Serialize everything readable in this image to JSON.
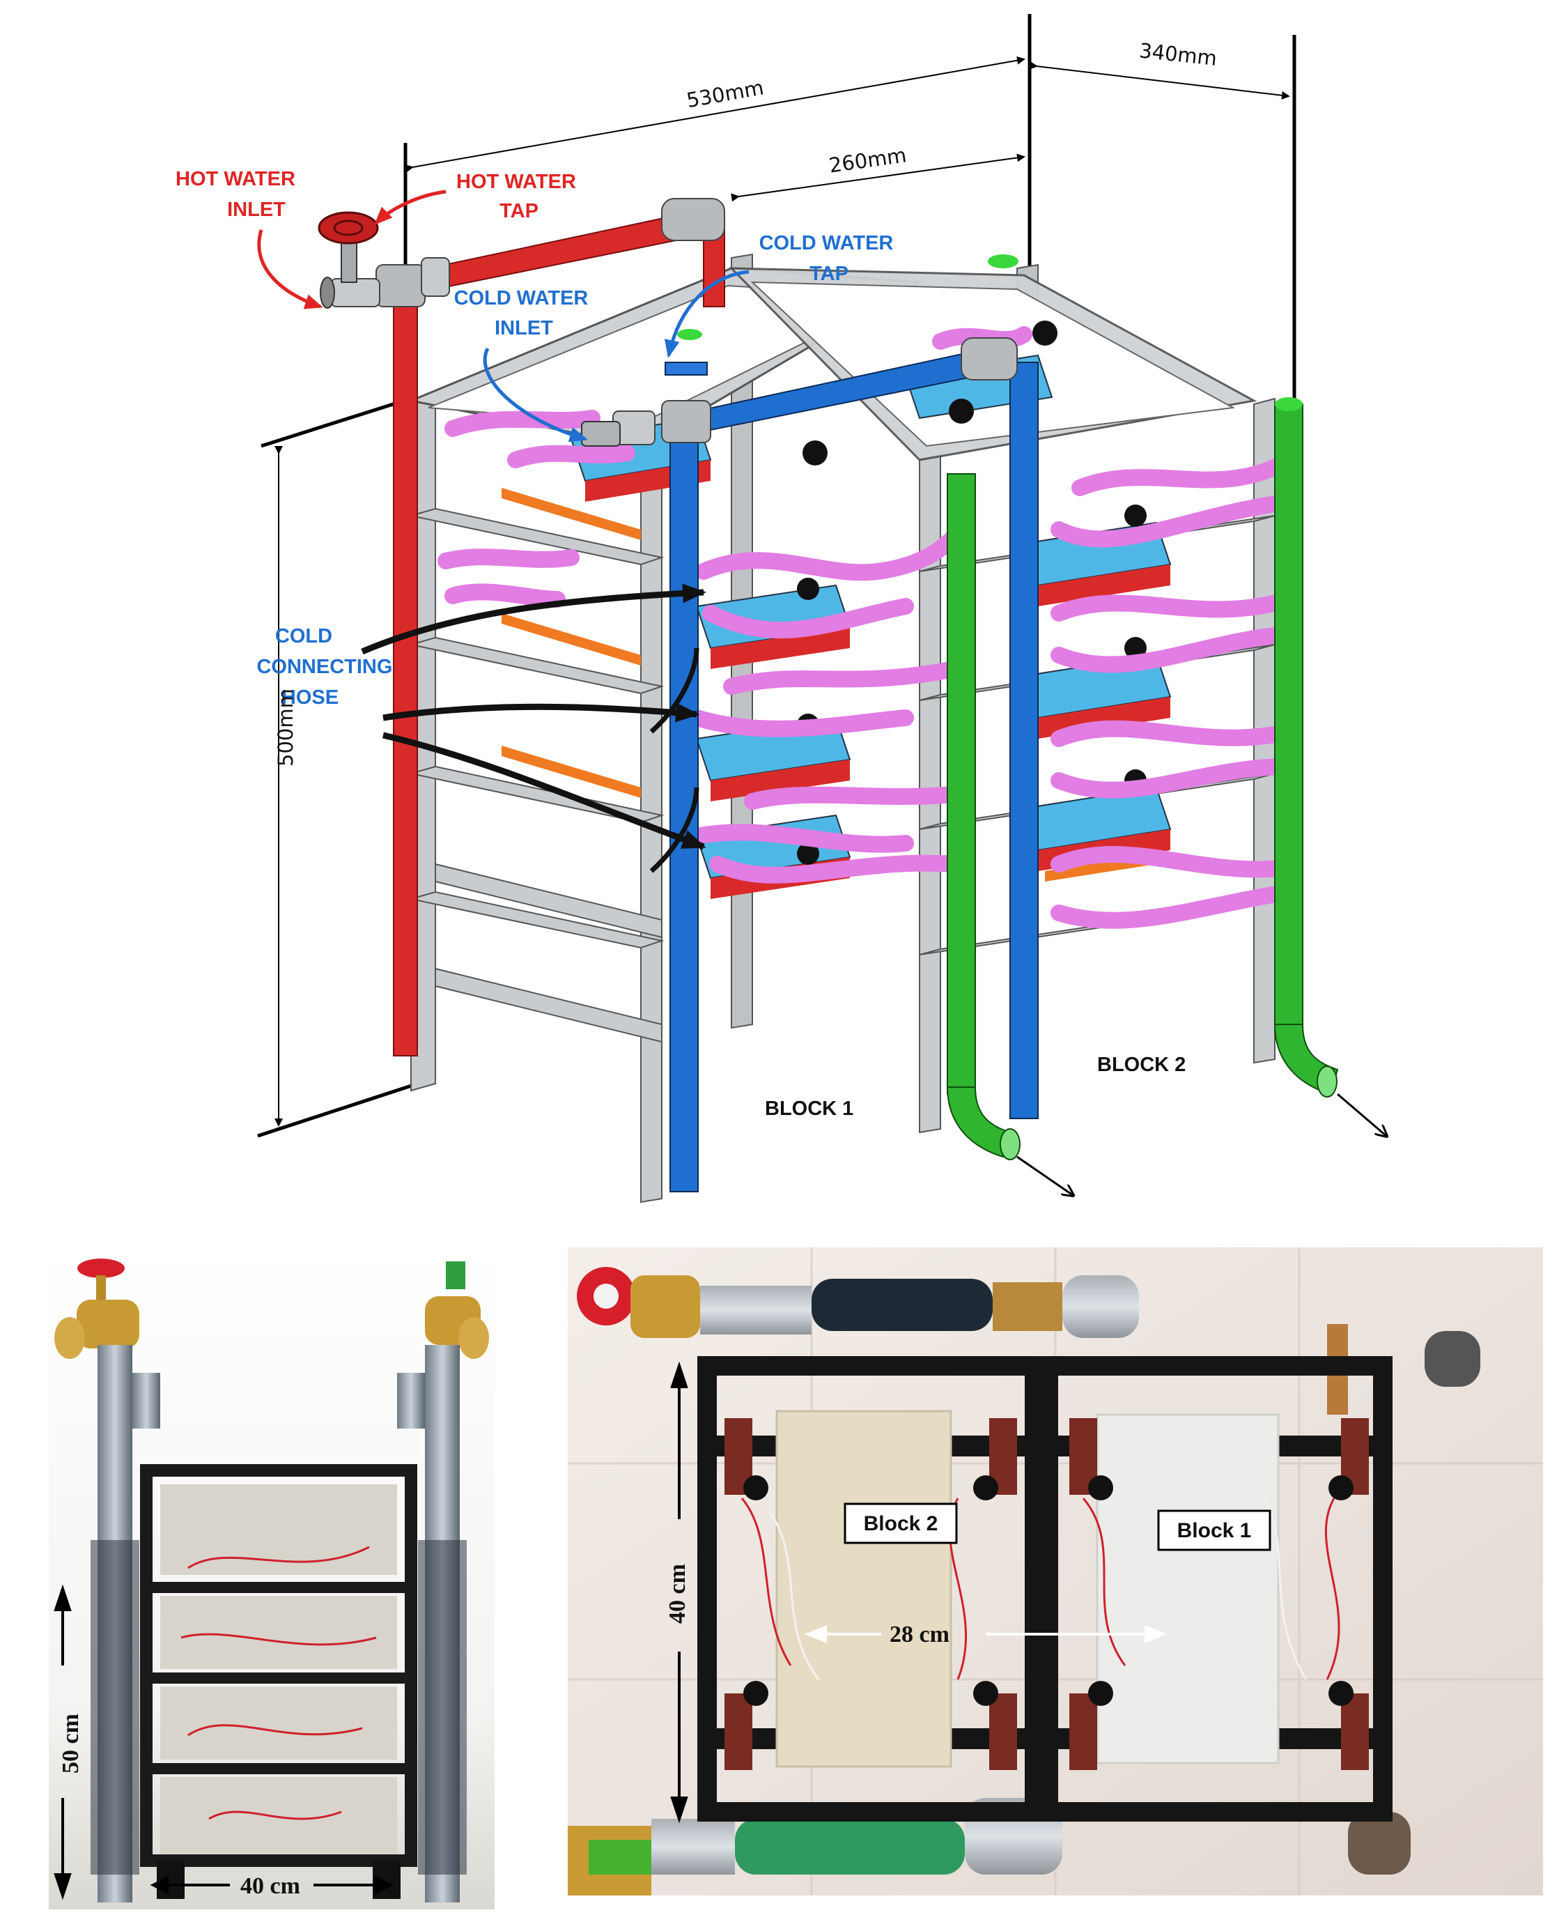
{
  "colors": {
    "hot": "#e02424",
    "cold": "#1f6fd1",
    "green": "#2fb52f",
    "pink": "#e27de3",
    "frame": "#b9bcc0",
    "orange": "#f07a22",
    "plate": "#4fb7e6"
  },
  "labels": {
    "hot_water_inlet": [
      "HOT WATER",
      "INLET"
    ],
    "hot_water_tap": [
      "HOT WATER",
      "TAP"
    ],
    "cold_water_tap": [
      "COLD WATER",
      "TAP"
    ],
    "cold_water_inlet": [
      "COLD WATER",
      "INLET"
    ],
    "cold_connecting_hose": [
      "COLD",
      "CONNECTING",
      "HOSE"
    ],
    "block_1": "BLOCK 1",
    "block_2": "BLOCK 2"
  },
  "dimensions": {
    "d530": "530mm",
    "d340": "340mm",
    "d260": "260mm",
    "d500": "500mm"
  },
  "photo_left": {
    "height": "50 cm",
    "width": "40 cm"
  },
  "photo_right": {
    "height": "40 cm",
    "width": "28 cm",
    "block_2": "Block 2",
    "block_1": "Block 1"
  }
}
